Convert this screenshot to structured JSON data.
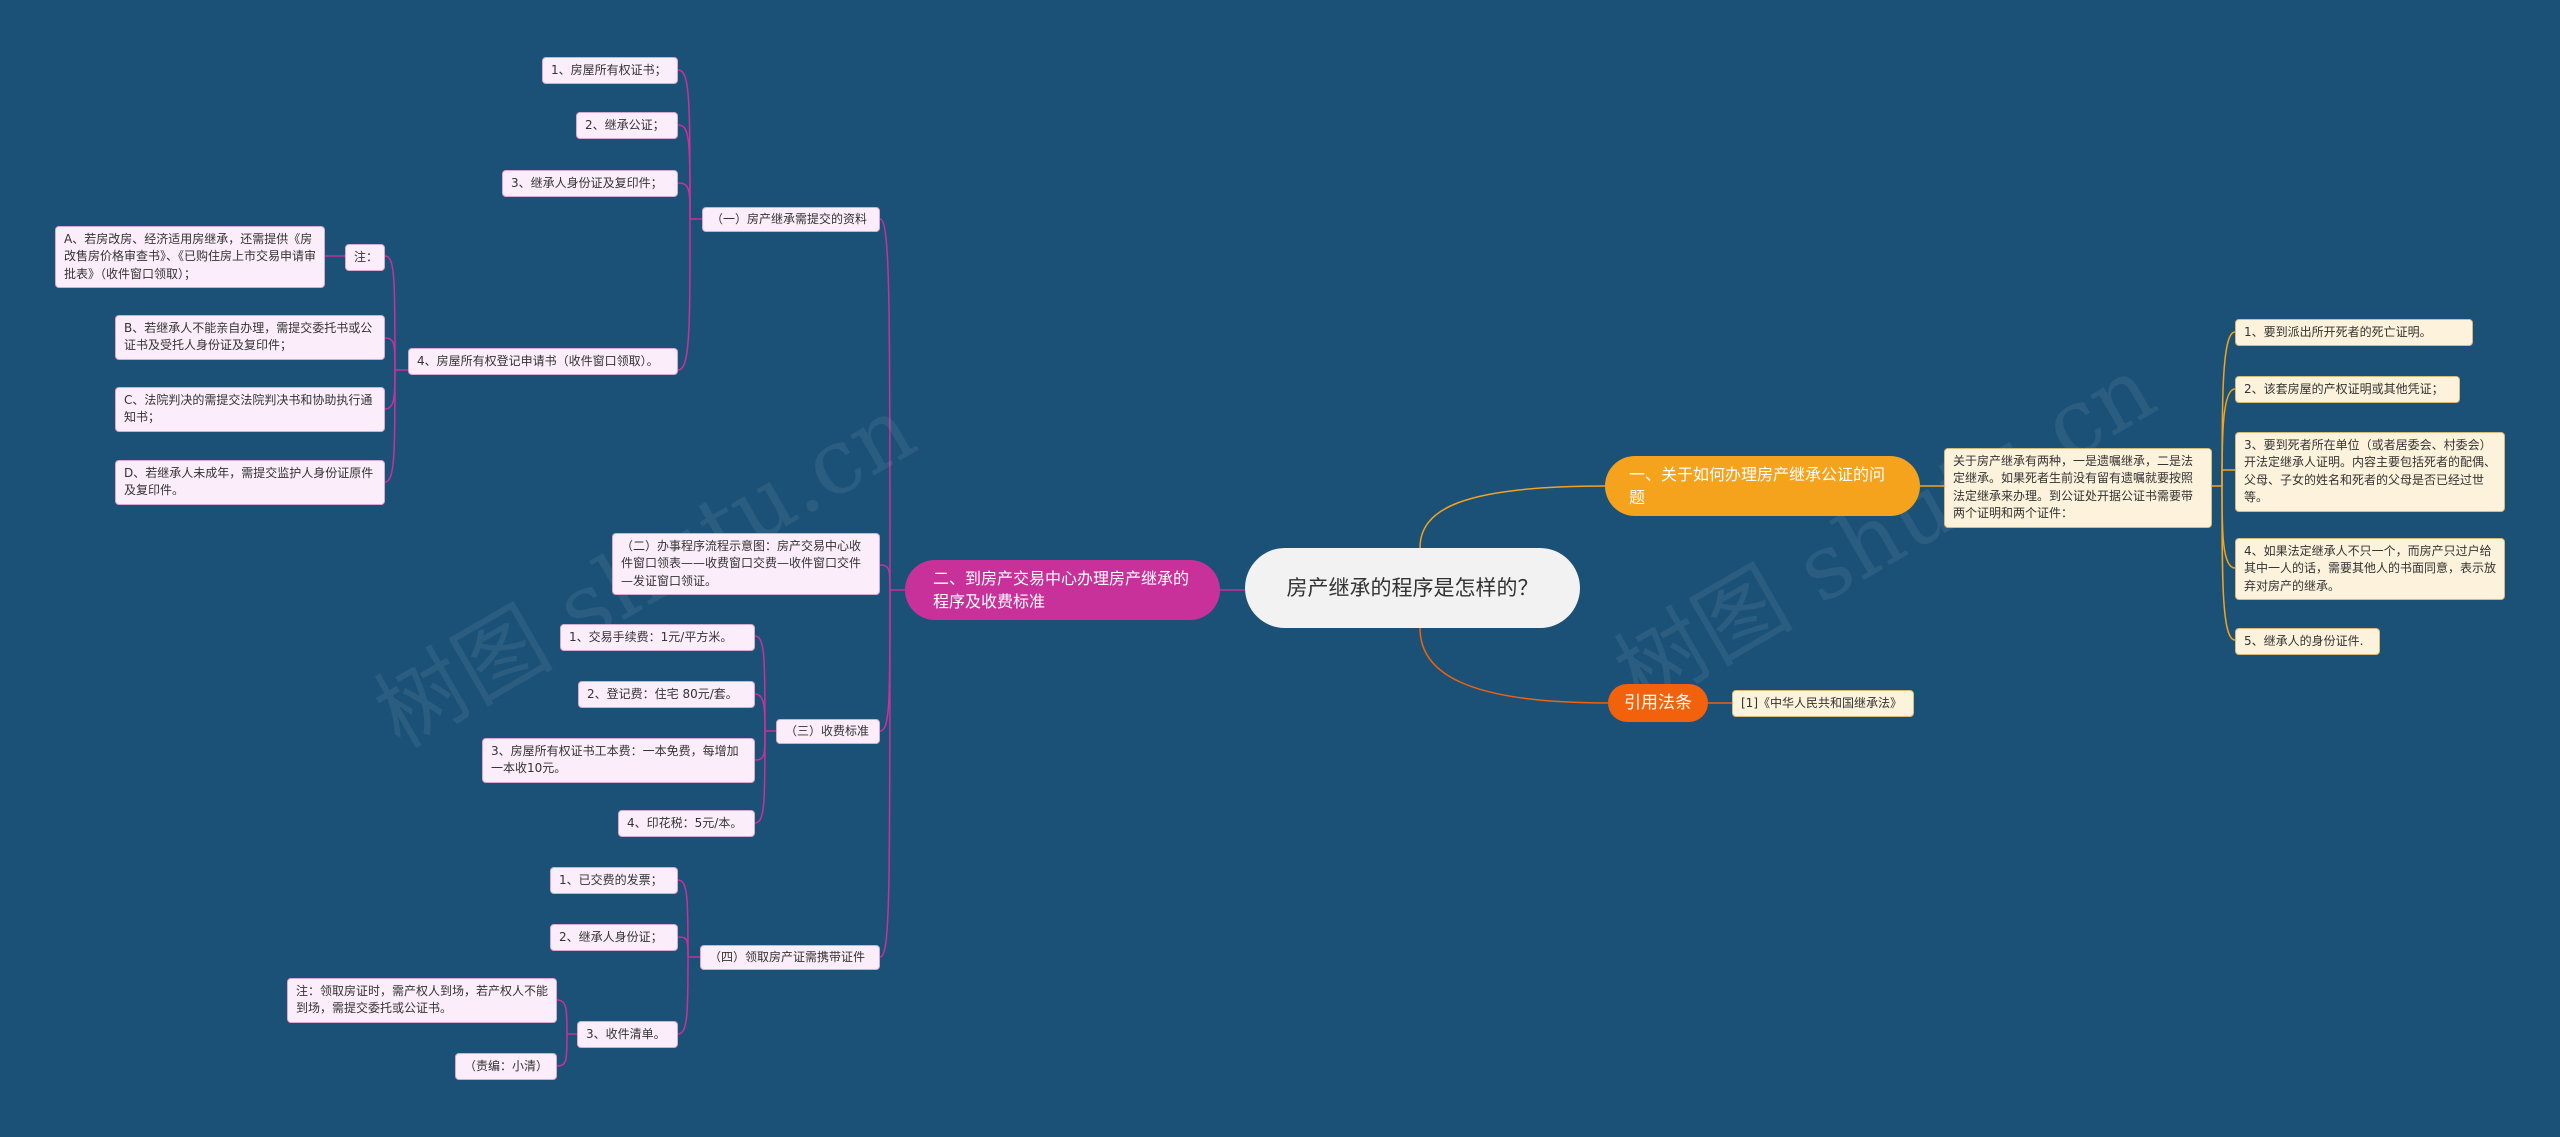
{
  "root": {
    "title": "房产继承的程序是怎样的？"
  },
  "branch1": {
    "label": "一、关于如何办理房产继承公证的问题",
    "desc": "关于房产继承有两种，一是遗嘱继承，二是法定继承。如果死者生前没有留有遗嘱就要按照法定继承来办理。到公证处开据公证书需要带两个证明和两个证件：",
    "items": [
      "1、要到派出所开死者的死亡证明。",
      "2、该套房屋的产权证明或其他凭证；",
      "3、要到死者所在单位（或者居委会、村委会）开法定继承人证明。内容主要包括死者的配偶、父母、子女的姓名和死者的父母是否已经过世等。",
      "4、如果法定继承人不只一个，而房产只过户给其中一人的话，需要其他人的书面同意，表示放弃对房产的继承。",
      "5、继承人的身份证件."
    ]
  },
  "branch2": {
    "label": "引用法条",
    "items": [
      "[1]《中华人民共和国继承法》"
    ]
  },
  "branch3": {
    "label": "二、到房产交易中心办理房产继承的程序及收费标准",
    "sec1": {
      "label": "（一）房产继承需提交的资料",
      "items": [
        "1、房屋所有权证书；",
        "2、继承公证；",
        "3、继承人身份证及复印件；",
        "4、房屋所有权登记申请书（收件窗口领取）。"
      ],
      "note_label": "注：",
      "notes": [
        "A、若房改房、经济适用房继承，还需提供《房改售房价格审查书》、《已购住房上市交易申请审批表》（收件窗口领取）；",
        "B、若继承人不能亲自办理，需提交委托书或公证书及受托人身份证及复印件；",
        "C、法院判决的需提交法院判决书和协助执行通知书；",
        "D、若继承人未成年，需提交监护人身份证原件及复印件。"
      ]
    },
    "sec2": {
      "label": "（二）办事程序流程示意图：房产交易中心收件窗口领表——收费窗口交费—收件窗口交件—发证窗口领证。"
    },
    "sec3": {
      "label": "（三）收费标准",
      "items": [
        "1、交易手续费：1元/平方米。",
        "2、登记费：住宅 80元/套。",
        "3、房屋所有权证书工本费：一本免费，每增加一本收10元。",
        "4、印花税：5元/本。"
      ]
    },
    "sec4": {
      "label": "（四）领取房产证需携带证件",
      "items": [
        "1、已交费的发票；",
        "2、继承人身份证；",
        "3、收件清单。"
      ],
      "note": "注：领取房证时，需产权人到场，若产权人不能到场，需提交委托或公证书。",
      "editor": "（责编：小清）"
    }
  },
  "watermark": "树图 shutu.cn",
  "colors": {
    "background": "#1b5177",
    "branch1": "#f5a21c",
    "branch2": "#f2610b",
    "branch3": "#c8319a"
  }
}
